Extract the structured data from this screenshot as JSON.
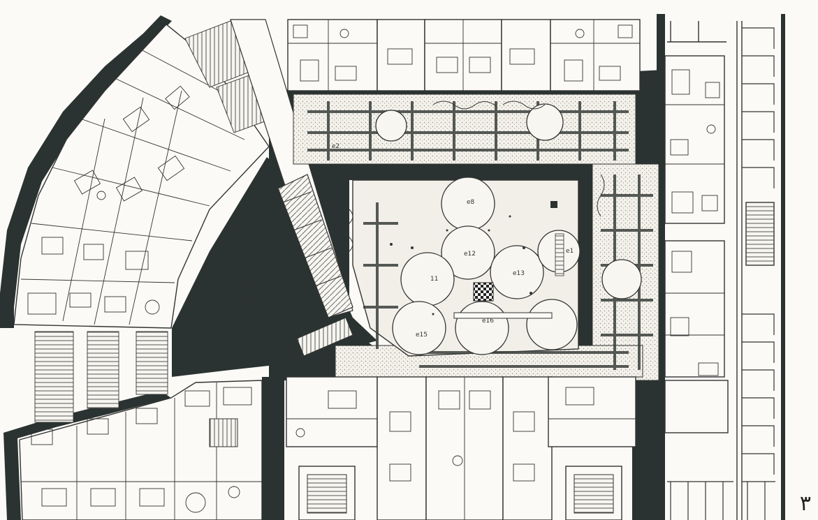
{
  "page_number": "٣",
  "plan_labels": [
    "e12",
    "e13",
    "e15",
    "e16",
    "11",
    "e8",
    "e1",
    "e2"
  ],
  "colors": {
    "ink": "#2a3331",
    "paper": "#fbfaf7",
    "courtyard_paving": "#e7e4da",
    "hatch": "#6d706b"
  }
}
